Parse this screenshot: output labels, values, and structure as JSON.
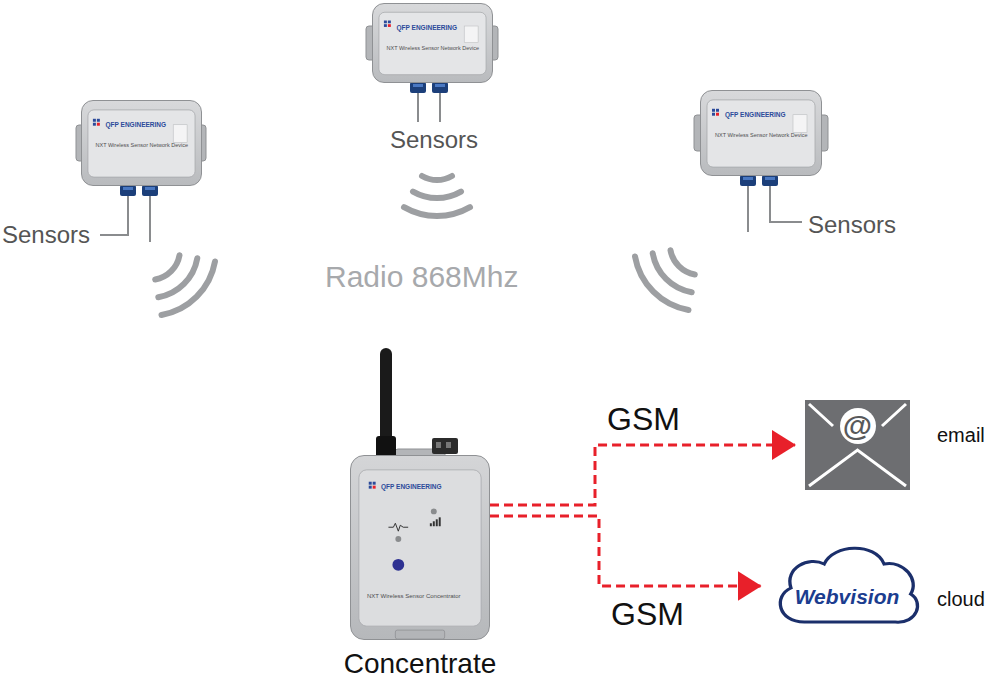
{
  "diagram": {
    "nodes": [
      {
        "text": [
          "QFP ENGINEERING",
          "NXT Wireless Sensor Network Device"
        ]
      },
      {
        "text": [
          "QFP ENGINEERING",
          "NXT Wireless Sensor Network Device"
        ]
      },
      {
        "text": [
          "QFP ENGINEERING",
          "NXT Wireless Sensor Network Device"
        ]
      },
      {
        "text": [
          "QFP ENGINEERING",
          "NXT Wireless Sensor Concentrator"
        ]
      },
      {
        "text": [
          "@"
        ]
      },
      {
        "text": [
          "Webvision"
        ]
      }
    ],
    "edges": [
      {
        "from": 3,
        "to": 4,
        "label": "GSM",
        "arrow": "to"
      },
      {
        "from": 3,
        "to": 5,
        "label": "GSM",
        "arrow": "to"
      }
    ],
    "labels": [
      "Sensors",
      "Sensors",
      "Sensors",
      "Radio 868Mhz",
      "email",
      "cloud",
      "Concentrate"
    ]
  }
}
